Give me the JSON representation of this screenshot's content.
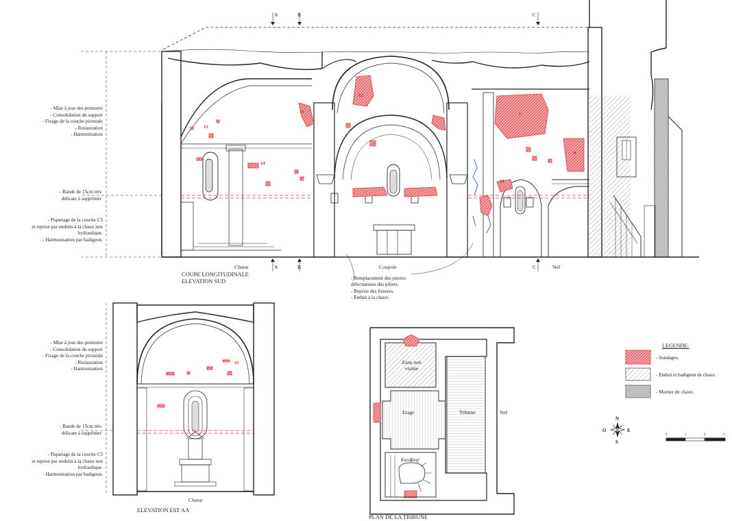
{
  "annotations": {
    "peintures": [
      "- Mise à jour des peintures",
      "- Consolidation du support",
      "- Fixage de la couche picturale",
      "- Restauration",
      "- Harmonisation"
    ],
    "bande": [
      "- Bande de 15cm très",
      "délicate à supprimer"
    ],
    "piquetage": [
      "- Piquetage de la couche C5",
      "et reprise par enduits à la chaux non",
      "hydraulique.",
      "- Harmonisation par badigeon."
    ],
    "piliers": [
      "- Remplacement des pierres",
      "défectueuses des piliers.",
      "- Reprise des fissures.",
      "- Enduit à la chaux."
    ]
  },
  "titles": {
    "coupe": "COUPE LONGITUDINALE",
    "elev_sud": "ELEVATION  SUD",
    "elev_est": "ELEVATION EST AA",
    "plan": "PLAN DE LA TRIBUNE"
  },
  "labels": {
    "choeur_top": "Chœur",
    "coupole": "Coupole",
    "nef_top": "Nef",
    "choeur_bottom": "Chœur",
    "zone": [
      "Zone non",
      "visitée"
    ],
    "etage": "Etage",
    "tribune": "Tribune",
    "nef_plan": "Nef",
    "escalier": "Escalier"
  },
  "section_marks": {
    "a": "A",
    "b": "B",
    "c": "C"
  },
  "sondage_numbers": {
    "n7": "7",
    "n9": "9",
    "n10": "10",
    "n11": "11",
    "n12": "12",
    "n13": "13",
    "n14": "14",
    "n15": "15",
    "n15b": "15"
  },
  "legend": {
    "title": "LEGENDE:",
    "items": [
      "- Sondages.",
      "- Enduit et badigeon de chaux.",
      "- Mortier de chaux."
    ]
  },
  "compass": {
    "n": "N",
    "s": "S",
    "e": "E",
    "o": "O"
  },
  "scale": [
    "0",
    "1",
    "2",
    "3"
  ],
  "colors": {
    "sondage": "#e8343a",
    "line": "#222222",
    "hatch": "#555555"
  }
}
